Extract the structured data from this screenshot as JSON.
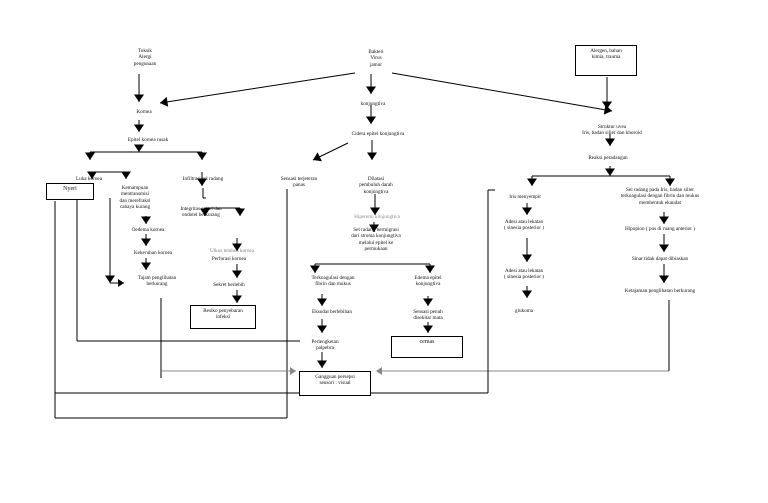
{
  "colors": {
    "line": "#000000",
    "text": "#111111",
    "background": "#ffffff",
    "gray_arrow": "#888888"
  },
  "nodes": {
    "left_causes": "Toksik\nAlergi\npengunaan",
    "center_causes": "Bakteri\nVirus\njamur",
    "right_causes": "Alergen, bahan\nkimia, trauma",
    "kornea": "Kornea",
    "epitel_kornea": "Epitel kornea rusak",
    "luka_kornea": "Luka kornea",
    "nyeri": "Nyeri",
    "kemampuan": "Kemampuan\nmentransmisi\ndan merefraksi\ncahaya kurang",
    "infiltrasi": "Infiltrasi sel radang",
    "integritas": "Integritas epitel dan\nendotel berkurang",
    "oedema": "Oedema kornea",
    "kekeruhan": "Kekeruhan kornea",
    "tajam": "Tajam penglihatan\nberkurang",
    "perforasi_hidden": "Ulkus tembus kornea",
    "perforasi": "Perforasi kornea",
    "sekret": "Sekret berlebih",
    "resiko": "Resiko penyebaran\ninfeksi",
    "konjungtiva": "konjungtiva",
    "cidera": "Cidera epitel konjungtiva",
    "sensasi_terbakar": "Sensasi terjeteran\npanas",
    "dilatasi": "Dilatasi\npembuluh darah\nkonjungtiva",
    "hiperemi": "Hiperemi konjungtiva",
    "sel_radang": "Sel radang bermigrasi\ndari stroma konjungtiva\nmelalui epitel ke\npermukaan",
    "terkoagulasi": "Terkoagulasi dengan\nfibrin dan mukus",
    "edema_epitel": "Edema epitel\nkonjungtiva",
    "eksudat": "Eksudat berlebihan",
    "sensasi_benda": "Sensasi penuh\ndisekitar mata",
    "perlengketan": "Perlengketan\npalpebra",
    "cemas": "cemas",
    "gangguan": "Gangguan persepsi\nsensori : visual",
    "struktur_uvea": "Struktur uvea\nIris, badan silier dan khoroid",
    "reaksi": "Reaksi peradangan",
    "iris": "Iris menyempit",
    "sel_radang_iris": "Sel radang pada Iris, badan silier\nterkoagulasi dengan fibrin dan mukus\nmembentuk ekaudat",
    "adesi1": "Adesi atau lekatan\n( sinesia posterior )",
    "hipopion": "Hipopion ( pus di ruang anterior )",
    "adesi2": "Adesi atau lekatan\n( sinesia posterior )",
    "sinar": "Sinar tidak dapat dibiaskan",
    "glukoma": "glukoma",
    "ketajaman": "Ketajaman penglihatan berkurang"
  }
}
